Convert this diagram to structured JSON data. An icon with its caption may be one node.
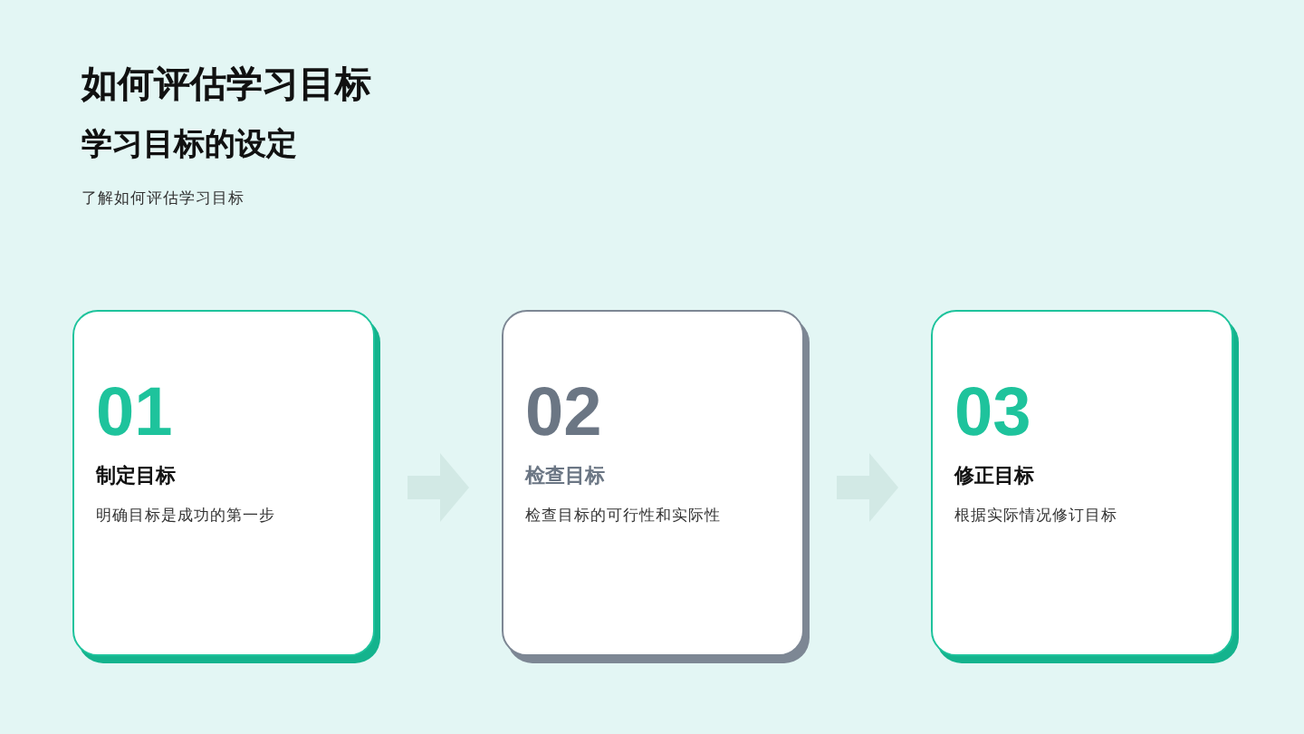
{
  "diagram": {
    "title": "如何评估学习目标",
    "nodes": [
      {
        "text": [
          "01",
          "制定目标",
          "明确目标是成功的第一步"
        ]
      },
      {
        "text": [
          "02",
          "检查目标",
          "检查目标的可行性和实际性"
        ]
      },
      {
        "text": [
          "03",
          "修正目标",
          "根据实际情况修订目标"
        ]
      }
    ],
    "edges": [
      {
        "from": 0,
        "to": 1,
        "arrow": "to"
      },
      {
        "from": 1,
        "to": 2,
        "arrow": "to"
      }
    ],
    "labels": [
      "学习目标的设定",
      "了解如何评估学习目标"
    ]
  }
}
